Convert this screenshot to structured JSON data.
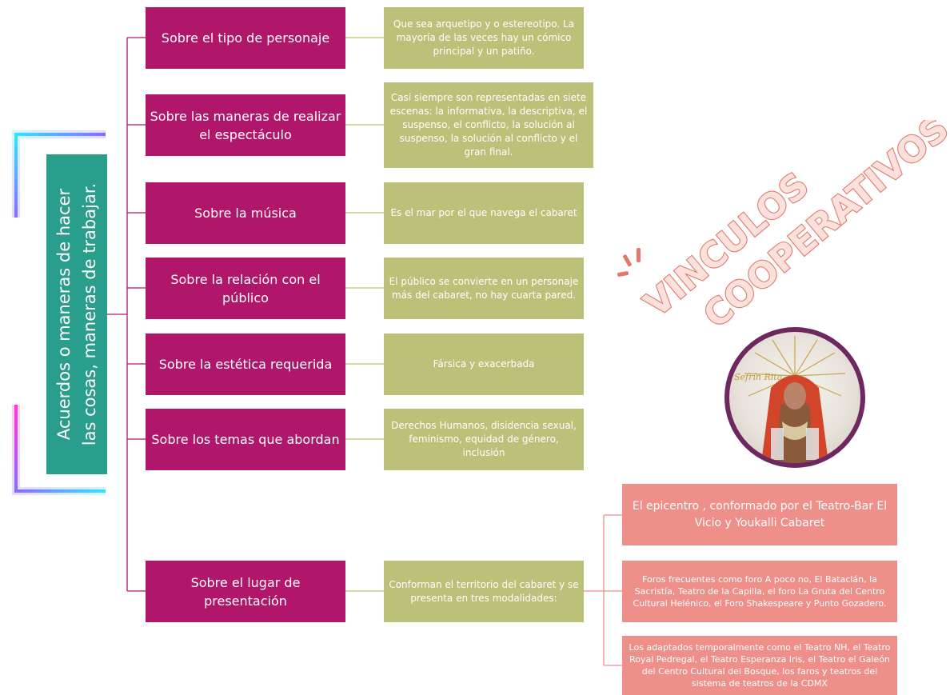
{
  "root": {
    "text": "Acuerdos o maneras de hacer\nlas cosas, maneras de trabajar."
  },
  "categories": [
    {
      "label": "Sobre el tipo de personaje",
      "description": "Que sea arquetipo y o estereotipo. La mayoría de las veces hay un cómico principal y un patiño."
    },
    {
      "label": "Sobre las maneras de realizar el espectáculo",
      "description": "Casi siempre son representadas en siete escenas: la informativa, la descriptiva, el suspenso, el conflicto, la solución al suspenso, la solución al conflicto y el gran final."
    },
    {
      "label": "Sobre la música",
      "description": "Es el mar por el que navega el cabaret"
    },
    {
      "label": "Sobre la relación con el público",
      "description": "El público se convierte en un personaje más del cabaret, no hay cuarta pared."
    },
    {
      "label": "Sobre la estética requerida",
      "description": "Fársica y exacerbada"
    },
    {
      "label": "Sobre los temas que abordan",
      "description": "Derechos Humanos, disidencia sexual, feminismo, equidad de género, inclusión"
    },
    {
      "label": "Sobre el lugar de presentación",
      "description": "Conforman el territorio del cabaret y se presenta en tres modalidades:"
    }
  ],
  "modalities": [
    "El epicentro , conformado por el Teatro-Bar El Vicio y Youkalli Cabaret",
    "Foros frecuentes como foro A poco no, El Bataclán, la Sacristía, Teatro de la Capilla, el foro La Gruta del Centro Cultural Helénico, el Foro Shakespeare y Punto Gozadero.",
    "Los adaptados temporalmente como el Teatro NH, el Teatro Royal Pedregal, el Teatro Esperanza Iris, el Teatro el Galeón del Centro Cultural del Bosque, los faros y teatros del sistema de teatros de la CDMX"
  ],
  "title": {
    "line1": "VINCULOS",
    "line2": "COOPERATIVOS"
  },
  "photo": {
    "caption": "Sefrín Rita",
    "alt": "performer-portrait"
  },
  "colors": {
    "category": "#b0176a",
    "description": "#bcc079",
    "modality": "#ee8f8a",
    "root": "#2a9e8c",
    "connector_left": "#b0176a",
    "connector_mid": "#bcc079",
    "connector_right": "#ee8f8a",
    "title_fill": "#fbe1dc",
    "title_stroke": "#e07a6d"
  }
}
